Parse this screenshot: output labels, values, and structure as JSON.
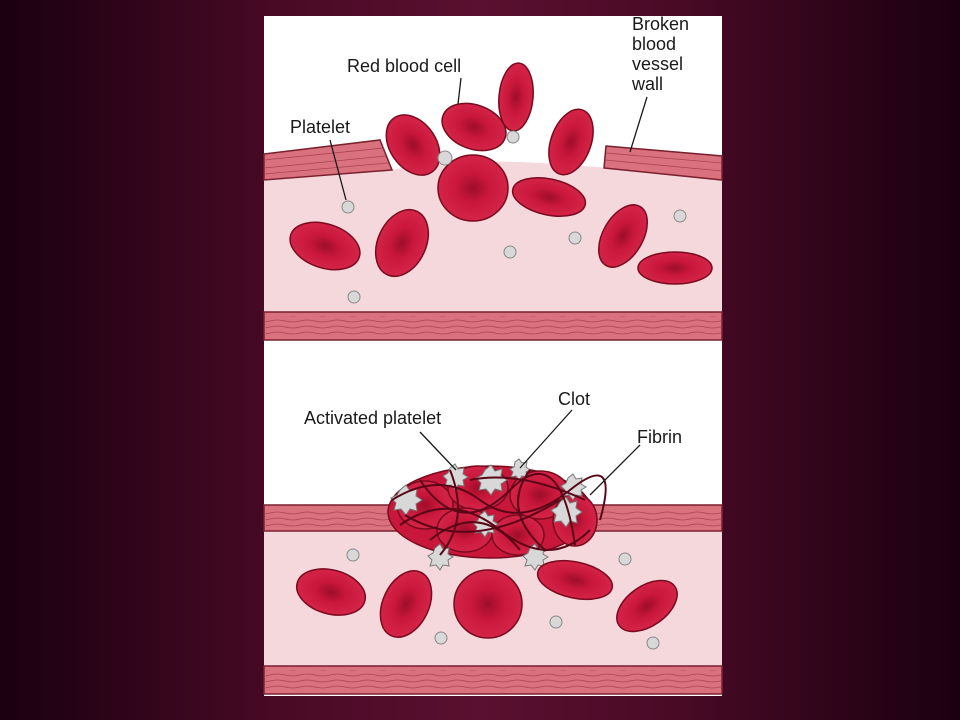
{
  "diagram": {
    "labels": {
      "red_blood_cell": "Red blood cell",
      "platelet": "Platelet",
      "broken_wall_1": "Broken",
      "broken_wall_2": "blood",
      "broken_wall_3": "vessel",
      "broken_wall_4": "wall",
      "activated_platelet": "Activated platelet",
      "clot": "Clot",
      "fibrin": "Fibrin"
    },
    "colors": {
      "background": "#4a0a26",
      "panel": "#ffffff",
      "plasma": "#f4d8dc",
      "vessel_wall": "#d9727e",
      "red_cell": "#c8173a",
      "red_cell_center": "#a30f2c",
      "platelet": "#d8d8d8"
    }
  }
}
